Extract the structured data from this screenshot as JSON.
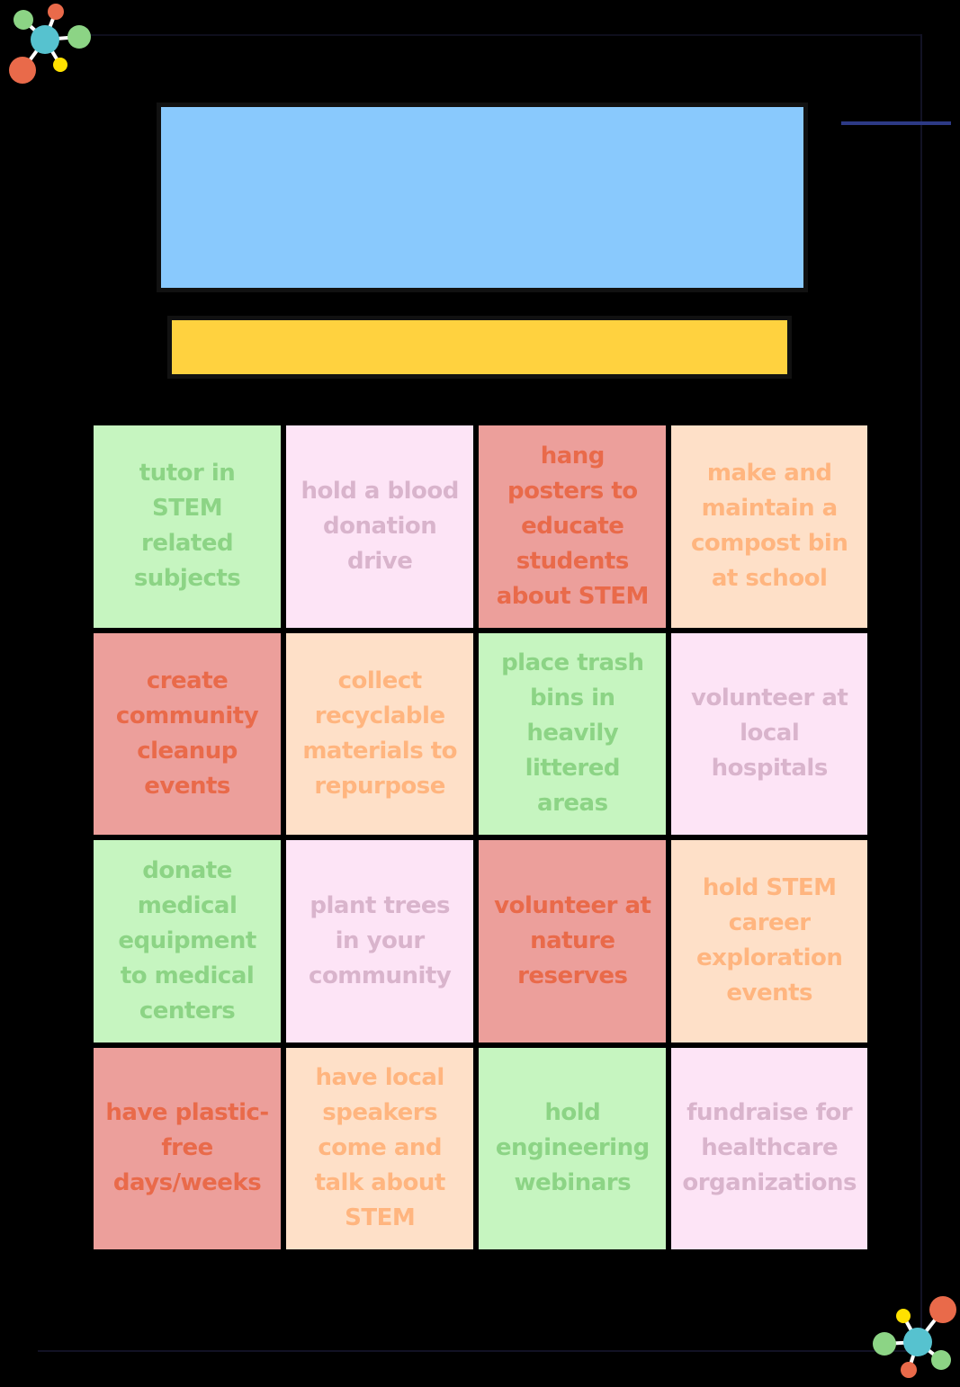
{
  "title": "",
  "subtitle": "",
  "colors": {
    "background": "#000000",
    "title_banner": "#89c9fd",
    "subtitle_banner": "#ffd23f",
    "green_cell": "#c6f5c0",
    "pink_cell": "#fde4f6",
    "red_cell": "#ec9f9b",
    "peach_cell": "#fee0c8"
  },
  "icons": {
    "top_left": "molecule-icon",
    "bottom_right": "molecule-icon"
  },
  "cells": [
    {
      "text": "tutor in STEM related subjects",
      "color": "green"
    },
    {
      "text": "hold a blood donation drive",
      "color": "pink"
    },
    {
      "text": "hang posters to educate students about STEM",
      "color": "red"
    },
    {
      "text": "make and maintain a compost bin at school",
      "color": "peach"
    },
    {
      "text": "create community cleanup events",
      "color": "red"
    },
    {
      "text": "collect recyclable materials to repurpose",
      "color": "peach"
    },
    {
      "text": "place trash bins in heavily littered areas",
      "color": "green"
    },
    {
      "text": "volunteer at local hospitals",
      "color": "pink"
    },
    {
      "text": "donate medical equipment to medical centers",
      "color": "green"
    },
    {
      "text": "plant trees in your community",
      "color": "pink"
    },
    {
      "text": "volunteer at nature reserves",
      "color": "red"
    },
    {
      "text": "hold STEM career exploration events",
      "color": "peach"
    },
    {
      "text": "have plastic-free days/weeks",
      "color": "red"
    },
    {
      "text": "have local speakers come and talk about STEM",
      "color": "peach"
    },
    {
      "text": "hold engineering webinars",
      "color": "green"
    },
    {
      "text": "fundraise for healthcare organizations",
      "color": "pink"
    }
  ]
}
